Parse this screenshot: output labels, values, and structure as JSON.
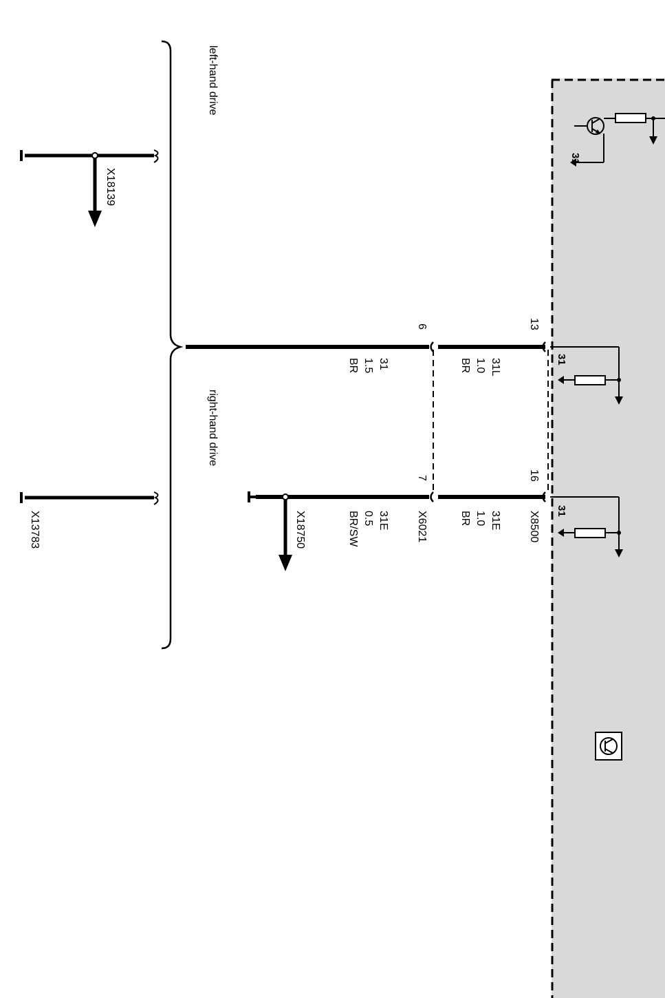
{
  "colors": {
    "module_fill": "#d9d9d9",
    "line": "#000000",
    "background": "#ffffff"
  },
  "labels": {
    "left_hand_drive": "left-hand drive",
    "right_hand_drive": "right-hand drive"
  },
  "connectors": {
    "x18139": "X18139",
    "x13783": "X13783",
    "x18750": "X18750",
    "x6021": "X6021",
    "x8500": "X8500"
  },
  "pins": {
    "p13": "13",
    "p16": "16",
    "p6": "6",
    "p7": "7"
  },
  "wires": {
    "w31l": {
      "signal": "31L",
      "size": "1.0",
      "color": "BR"
    },
    "w31e_upper": {
      "signal": "31E",
      "size": "1.0",
      "color": "BR"
    },
    "w31": {
      "signal": "31",
      "size": "1.5",
      "color": "BR"
    },
    "w31e_lower": {
      "signal": "31E",
      "size": "0.5",
      "color": "BR/SW"
    }
  },
  "ground_labels": {
    "transistor": "31",
    "pin13": "31",
    "pin16": "31"
  },
  "icons": [
    "transistor-icon",
    "resistor-icon",
    "ground-arrow-icon",
    "module-symbol-icon"
  ]
}
